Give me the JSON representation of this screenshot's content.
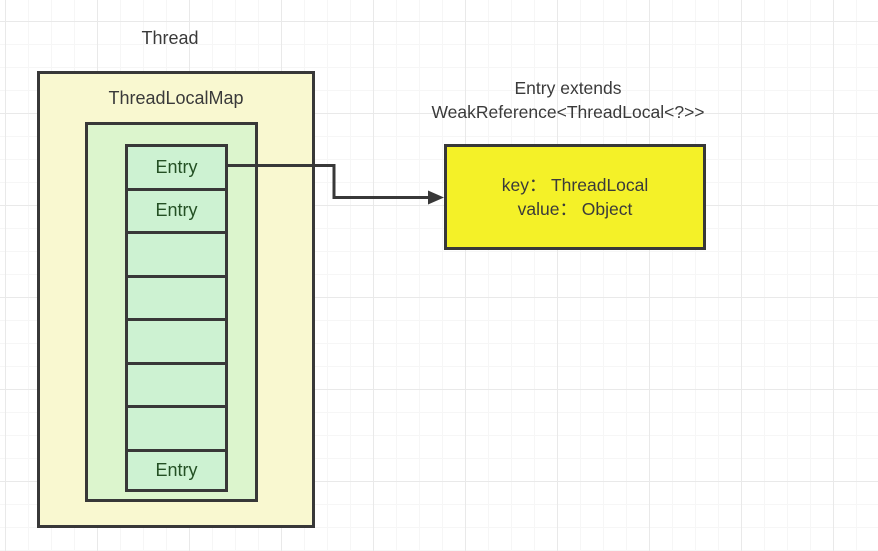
{
  "diagram": {
    "thread_label": "Thread",
    "thread_local_map": {
      "title": "ThreadLocalMap",
      "fill_color": "#f9f8d0",
      "inner_table_fill_color": "#dcf5cd",
      "entry_cell_fill_color": "#cdf2d2",
      "entry_text_color": "#245024",
      "entries": [
        {
          "label": "Entry"
        },
        {
          "label": "Entry"
        },
        {
          "label": ""
        },
        {
          "label": ""
        },
        {
          "label": ""
        },
        {
          "label": ""
        },
        {
          "label": ""
        },
        {
          "label": "Entry"
        }
      ]
    },
    "entry_detail": {
      "heading_line1": "Entry extends",
      "heading_line2": "WeakReference<ThreadLocal<?>>",
      "body_line1": "key： ThreadLocal",
      "body_line2": "value： Object",
      "fill_color": "#f4f128"
    },
    "arrow": {
      "from": "first-entry-cell",
      "to": "entry-detail-box",
      "color": "#383838"
    },
    "border_color": "#383838",
    "grid_minor_color": "#f6f6f6",
    "grid_major_color": "#e9e9e9",
    "background_color": "#ffffff"
  }
}
